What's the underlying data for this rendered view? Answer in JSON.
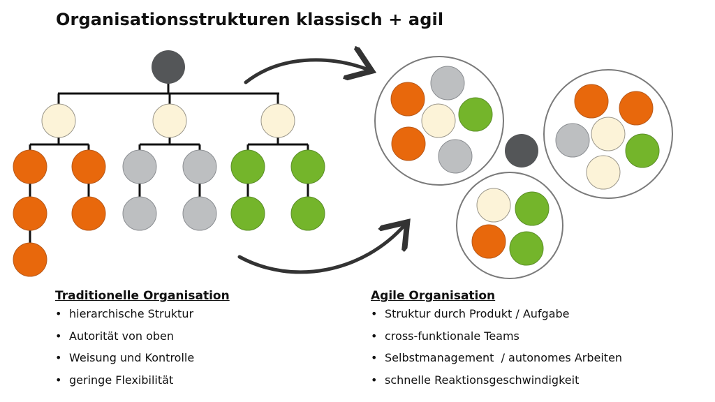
{
  "title": "Organisationsstrukturen klassisch + agil",
  "colors": {
    "orange": "#e8680c",
    "gray": "#bdbfc1",
    "green": "#74b52b",
    "cream": "#fcf3d8",
    "dark": "#545658"
  },
  "traditional": {
    "heading": "Traditionelle Organisation",
    "bullets": [
      "hierarchische Struktur",
      "Autorität von oben",
      "Weisung und Kontrolle",
      "geringe Flexibilität"
    ]
  },
  "agile": {
    "heading": "Agile Organisation",
    "bullets": [
      "Struktur durch Produkt / Aufgabe",
      "cross-funktionale Teams",
      "Selbstmanagement  / autonomes Arbeiten",
      "schnelle Reaktionsgeschwindigkeit"
    ]
  }
}
